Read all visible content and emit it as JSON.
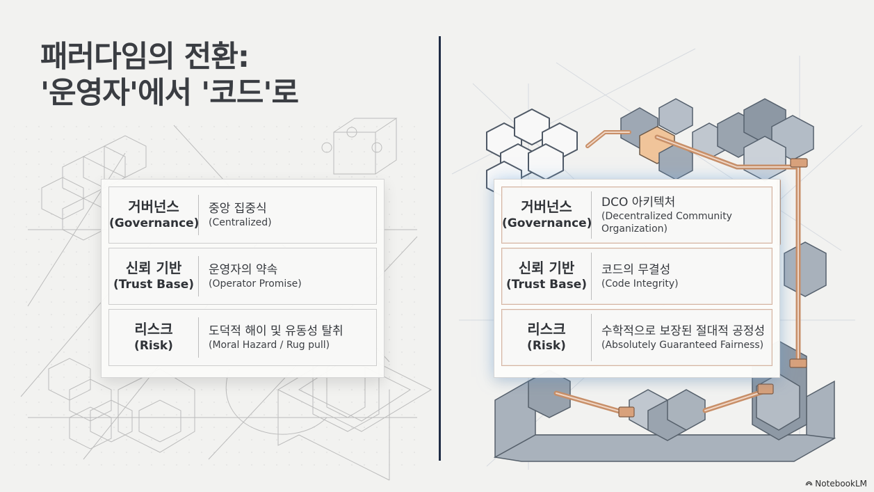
{
  "title": {
    "line1": "패러다임의 전환:",
    "line2": "'운영자'에서 '코드'로"
  },
  "left_panel": {
    "rows": [
      {
        "label": "거버넌스",
        "sublabel": "(Governance)",
        "value": "중앙 집중식",
        "subvalue": "(Centralized)"
      },
      {
        "label": "신뢰 기반",
        "sublabel": "(Trust Base)",
        "value": "운영자의 약속",
        "subvalue": "(Operator Promise)"
      },
      {
        "label": "리스크",
        "sublabel": "(Risk)",
        "value": "도덕적 해이 및 유동성 탈취",
        "subvalue": "(Moral Hazard / Rug pull)"
      }
    ]
  },
  "right_panel": {
    "rows": [
      {
        "label": "거버넌스",
        "sublabel": "(Governance)",
        "value": "DCO 아키텍처",
        "subvalue": "(Decentralized Community Organization)"
      },
      {
        "label": "신뢰 기반",
        "sublabel": "(Trust Base)",
        "value": "코드의 무결성",
        "subvalue": "(Code Integrity)"
      },
      {
        "label": "리스크",
        "sublabel": "(Risk)",
        "value": "수학적으로 보장된 절대적 공정성",
        "subvalue": "(Absolutely Guaranteed Fairness)"
      }
    ]
  },
  "watermark": {
    "text": "NotebookLM",
    "icon": "notebooklm-icon"
  }
}
